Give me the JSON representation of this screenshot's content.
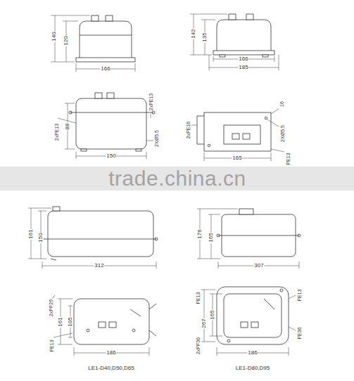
{
  "diagram": {
    "labels": [
      "140",
      "120",
      "166",
      "142",
      "135",
      "166",
      "185",
      "2xPE13",
      "2xPE13",
      "88",
      "2XØ5.5",
      "150",
      "2xPE16",
      "16",
      "2XØ5.5",
      "165",
      "PE13",
      "trade.china.cn",
      "161",
      "150",
      "312",
      "2xPF29",
      "161",
      "105",
      "PE13",
      "186",
      "LE1-D40,D50,D65",
      "176",
      "165",
      "307",
      "PE13",
      "165",
      "267",
      "2xPF36",
      "PE13",
      "PE36",
      "186",
      "LE1-D80,D95"
    ]
  }
}
